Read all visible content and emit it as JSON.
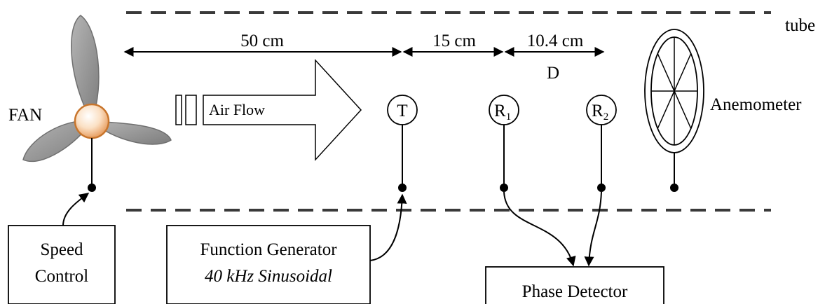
{
  "labels": {
    "tube": "tube",
    "fan": "FAN",
    "anemometer": "Anemometer",
    "air_flow": "Air Flow",
    "d": "D"
  },
  "distances": {
    "fan_to_transmitter": "50 cm",
    "transmitter_to_r1": "15 cm",
    "r1_to_r2": "10.4 cm"
  },
  "nodes": {
    "transmitter": "T",
    "receiver1": {
      "letter": "R",
      "sub": "1"
    },
    "receiver2": {
      "letter": "R",
      "sub": "2"
    }
  },
  "boxes": {
    "speed_control": {
      "line1": "Speed",
      "line2": "Control"
    },
    "function_generator": {
      "line1": "Function Generator",
      "line2": "40 kHz Sinusoidal"
    },
    "phase_detector": {
      "line1": "Phase Detector"
    }
  }
}
